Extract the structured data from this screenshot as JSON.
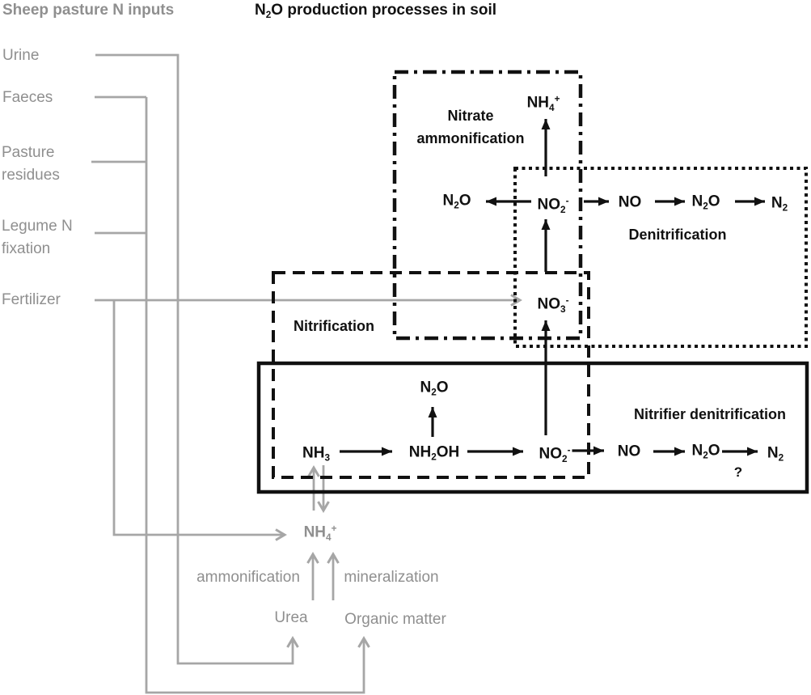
{
  "colors": {
    "ink": "#111111",
    "line_gray": "#a6a6a6",
    "text_gray": "#8f8f8f"
  },
  "header": {
    "left_title": "Sheep pasture N inputs",
    "main_title": {
      "pre": "N",
      "sub": "2",
      "post": "O production processes in soil"
    }
  },
  "inputs": {
    "urine": "Urine",
    "faeces": "Faeces",
    "pasture_residues_line1": "Pasture",
    "pasture_residues_line2": "residues",
    "legume_line1": "Legume N",
    "legume_line2": "fixation",
    "fertilizer": "Fertilizer"
  },
  "processes": {
    "nitrate_ammonification_line1": "Nitrate",
    "nitrate_ammonification_line2": "ammonification",
    "denitrification": "Denitrification",
    "nitrification": "Nitrification",
    "nitrifier_denitrification": "Nitrifier denitrification",
    "ammonification": "ammonification",
    "mineralization": "mineralization",
    "uncertain": "?"
  },
  "pools": {
    "urea": "Urea",
    "organic_matter": "Organic matter"
  },
  "chem": {
    "nh4": {
      "pre": "NH",
      "sub": "4",
      "sup": "+"
    },
    "n2o": {
      "pre": "N",
      "sub": "2",
      "post": "O"
    },
    "no2": {
      "pre": "NO",
      "sub": "2",
      "sup": "-"
    },
    "no3": {
      "pre": "NO",
      "sub": "3",
      "sup": "-"
    },
    "no": {
      "pre": "NO"
    },
    "n2": {
      "pre": "N",
      "sub": "2"
    },
    "nh3": {
      "pre": "NH",
      "sub": "3"
    },
    "nh2oh": {
      "pre": "NH",
      "sub": "2",
      "post": "OH"
    }
  }
}
